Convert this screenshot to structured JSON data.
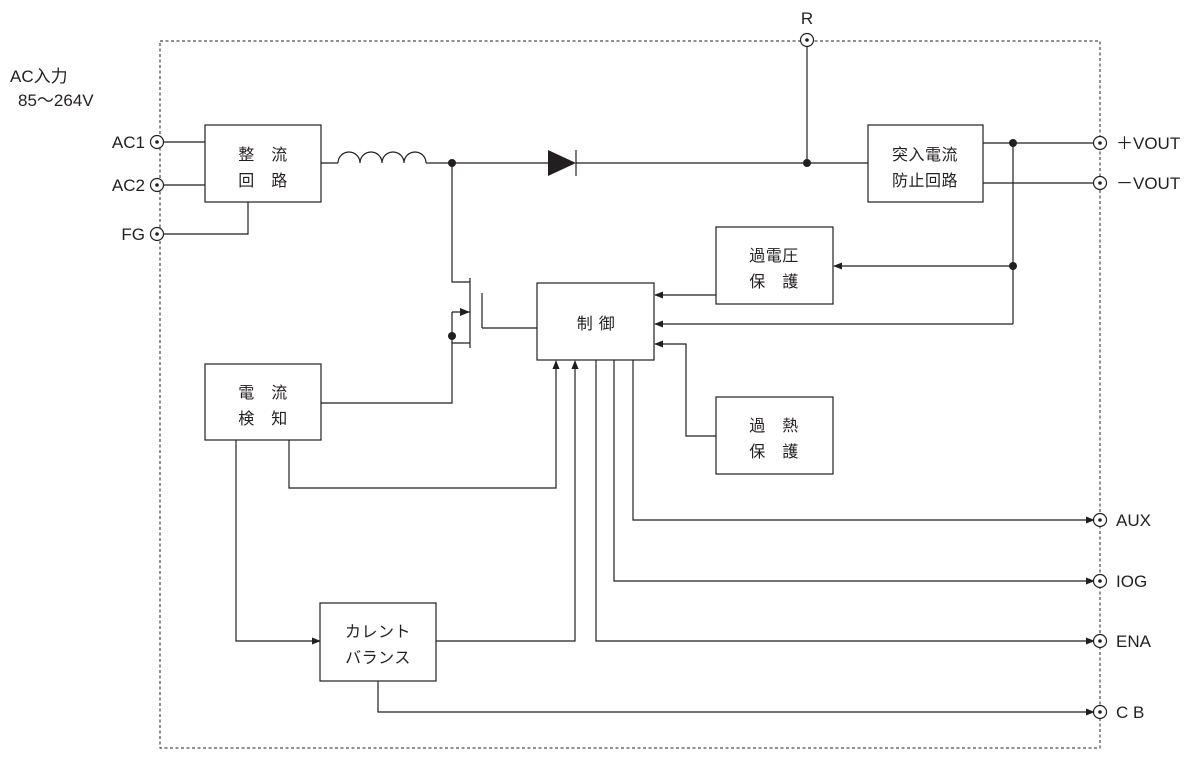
{
  "input": {
    "title": "AC入力",
    "range": "85～264V"
  },
  "terminals": {
    "ac1": "AC1",
    "ac2": "AC2",
    "fg": "FG",
    "r": "R",
    "vout_plus": "＋VOUT",
    "vout_minus": "－VOUT",
    "aux": "AUX",
    "iog": "IOG",
    "ena": "ENA",
    "cb": "C B"
  },
  "blocks": {
    "rectifier": [
      "整　流",
      "回　路"
    ],
    "inrush": [
      "突入電流",
      "防止回路"
    ],
    "overvoltage": [
      "過電圧",
      "保　護"
    ],
    "control": [
      "制 御"
    ],
    "current_detect": [
      "電　流",
      "検　知"
    ],
    "overheat": [
      "過　熱",
      "保　護"
    ],
    "current_balance": [
      "カレント",
      "バランス"
    ]
  },
  "colors": {
    "line": "#231f20",
    "background": "#ffffff"
  }
}
